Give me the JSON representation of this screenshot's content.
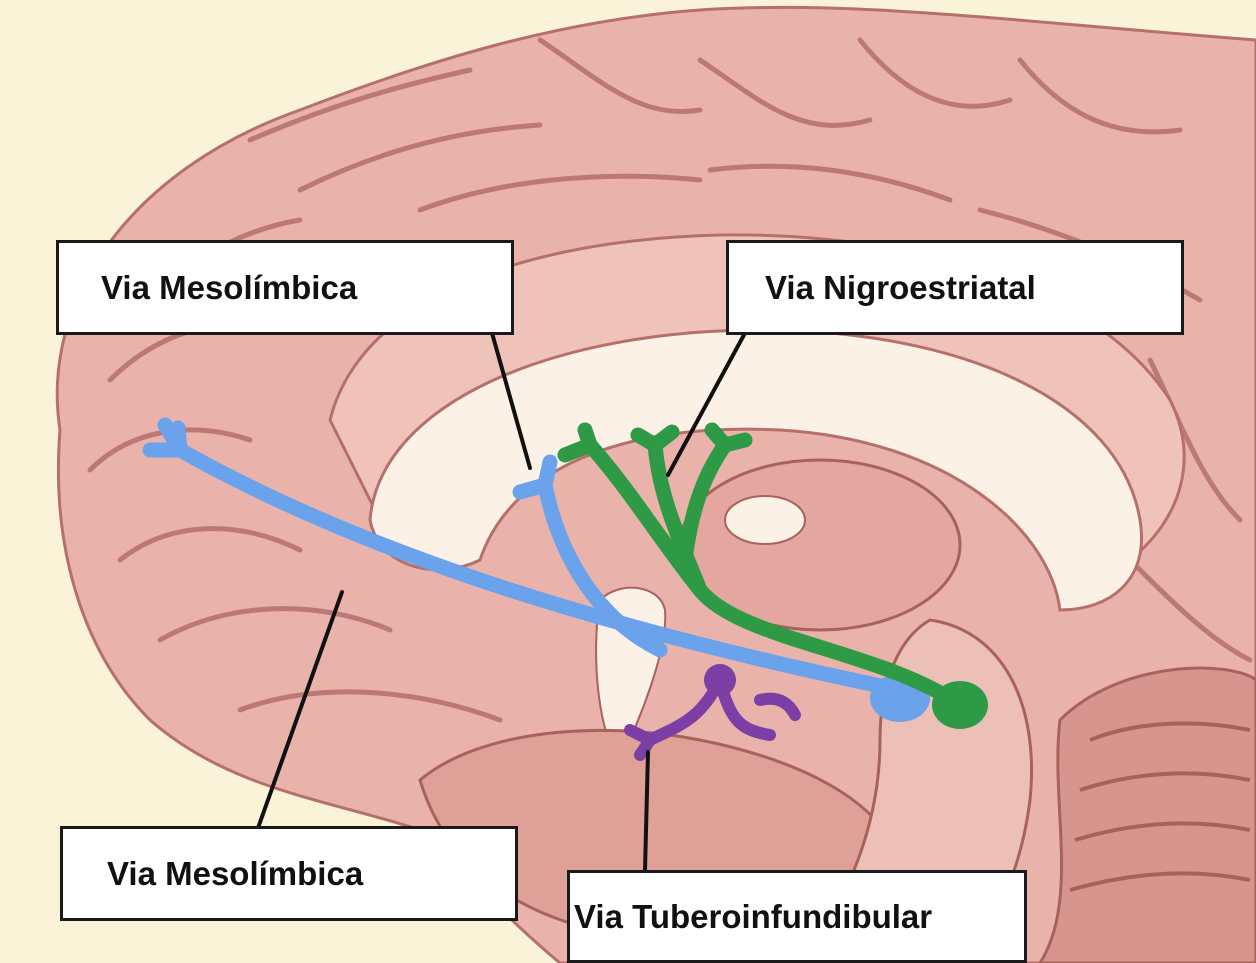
{
  "labels": {
    "mesolimbic_top": "Via Mesolímbica",
    "nigrostriatal": "Via Nigroestriatal",
    "mesolimbic_bottom": "Via Mesolímbica",
    "tuberoinfundibular": "Via Tuberoinfundibular"
  },
  "colors": {
    "background": "#fbf3d8",
    "brain_tissue": "#e9b3ab",
    "sulcus": "#b5706a",
    "ventricle": "#fbf1e6",
    "mesolimbic_pathway": "#6aa2ec",
    "nigrostriatal_pathway": "#2f9a45",
    "tuberoinfundibular_pathway": "#7b3fa6",
    "leader_line": "#111111"
  }
}
